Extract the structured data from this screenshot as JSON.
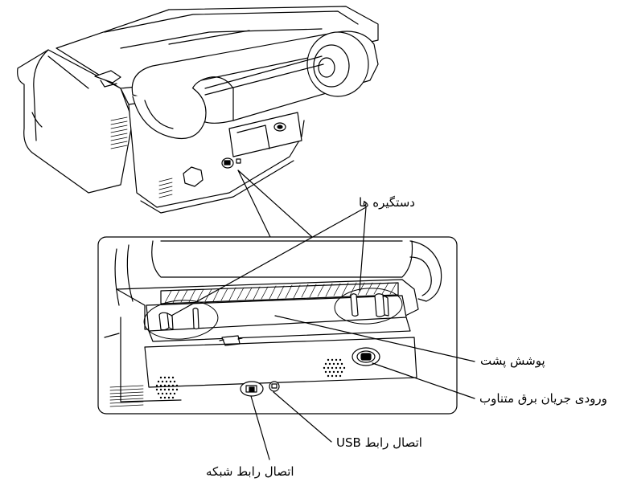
{
  "labels": {
    "handles": "دستگیره ها",
    "rear_cover": "پوشش پشت",
    "ac_inlet": "ورودی جریان برق متناوب",
    "usb_port": "اتصال رابط USB",
    "network_port": "اتصال رابط شبکه"
  },
  "colors": {
    "line": "#000000",
    "background": "#ffffff"
  }
}
